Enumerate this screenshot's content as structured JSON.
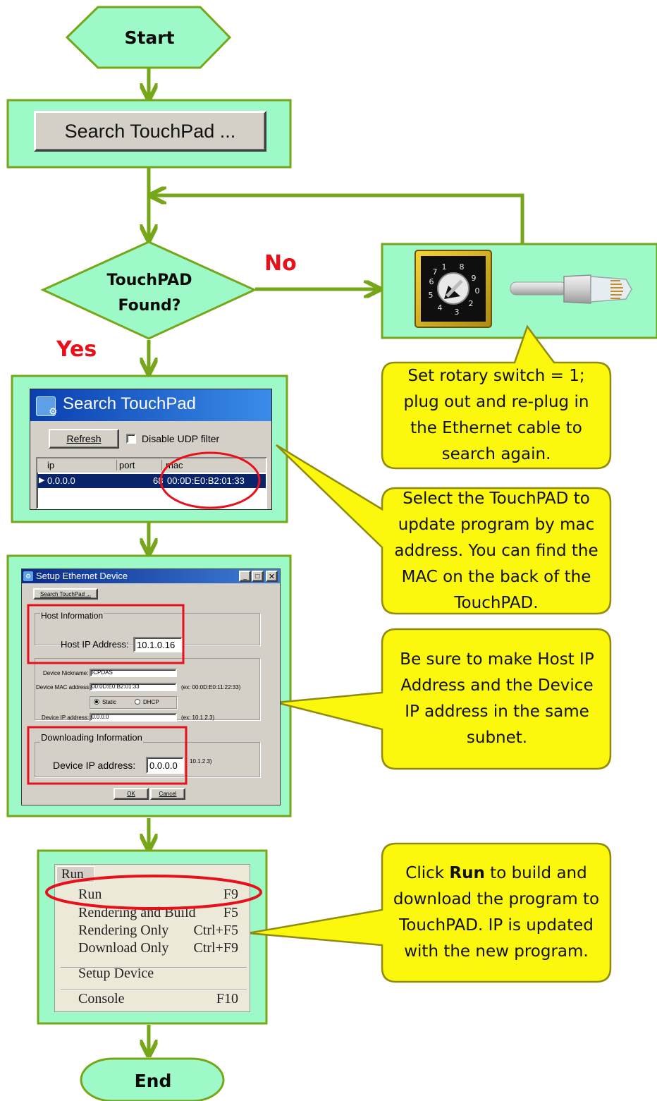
{
  "nodes": {
    "start": "Start",
    "decision_line1": "TouchPAD",
    "decision_line2": "Found?",
    "end": "End"
  },
  "branches": {
    "no": "No",
    "yes": "Yes"
  },
  "search_button": {
    "label": "Search TouchPad ..."
  },
  "rotary_switch": {
    "digits": [
      "1",
      "8",
      "9",
      "0",
      "2",
      "3",
      "4",
      "5",
      "6",
      "7"
    ]
  },
  "search_window": {
    "title": "Search TouchPad",
    "refresh": "Refresh",
    "disable_udp": "Disable UDP filter",
    "columns": [
      "ip",
      "port",
      "mac"
    ],
    "row": {
      "ip": "0.0.0.0",
      "port": "68",
      "mac": "00:0D:E0:B2:01:33"
    }
  },
  "setup_window": {
    "title": "Setup Ethernet Device",
    "search_btn": "Search TouchPad ...",
    "host_group": "Host Information",
    "host_ip_label": "Host IP Address:",
    "host_ip_value": "10.1.0.16",
    "nickname_label": "Device Nickname:",
    "nickname_value": "ICPDAS",
    "mac_label": "Device MAC address:",
    "mac_value": "00:0D:E0:B2:01:33",
    "mac_hint": "(ex: 00:0D:E0:11:22:33)",
    "static": "Static",
    "dhcp": "DHCP",
    "device_ip_label_small": "Device IP address:",
    "device_ip_value_small": "0.0.0.0",
    "ip_hint": "(ex: 10.1.2.3)",
    "download_group": "Downloading Information",
    "device_ip_label": "Device IP address:",
    "device_ip_value": "0.0.0.0",
    "ip_hint2": "10.1.2.3)",
    "ok": "OK",
    "cancel": "Cancel"
  },
  "run_menu": {
    "title": "Run",
    "items": [
      {
        "label": "Run",
        "key": "F9"
      },
      {
        "label": "Rendering and Build",
        "key": "F5"
      },
      {
        "label": "Rendering Only",
        "key": "Ctrl+F5"
      },
      {
        "label": "Download Only",
        "key": "Ctrl+F9"
      },
      {
        "label": "Setup Device",
        "key": ""
      },
      {
        "label": "Console",
        "key": "F10"
      }
    ]
  },
  "callouts": {
    "rotary": "Set rotary switch = 1; plug out and re-plug in the Ethernet cable to search again.",
    "mac": "Select the TouchPAD to update program by mac address. You can find the MAC on the back of the TouchPAD.",
    "subnet": "Be sure to make Host IP Address and the Device IP address in the same subnet.",
    "run_pre": "Click",
    "run_bold": "Run",
    "run_post": "to build and download the program to TouchPAD. IP is updated with the new program."
  },
  "colors": {
    "node_fill": "#9dfac8",
    "node_stroke": "#76a61a",
    "arrow": "#76a61a",
    "callout_fill": "#fbf70d",
    "callout_stroke": "#8f8a10",
    "highlight": "#e8101a",
    "title_bar": "#0a5fd0"
  }
}
